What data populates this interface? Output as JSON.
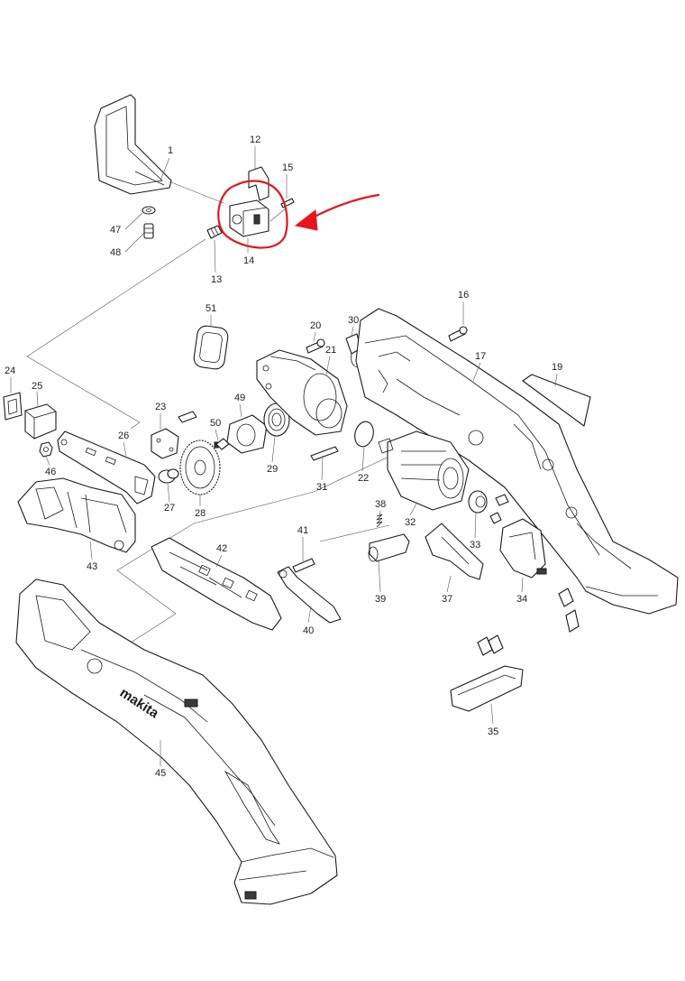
{
  "parts": [
    {
      "num": "1"
    },
    {
      "num": "12"
    },
    {
      "num": "13"
    },
    {
      "num": "14"
    },
    {
      "num": "15"
    },
    {
      "num": "16"
    },
    {
      "num": "17"
    },
    {
      "num": "19"
    },
    {
      "num": "20"
    },
    {
      "num": "21"
    },
    {
      "num": "22"
    },
    {
      "num": "23"
    },
    {
      "num": "24"
    },
    {
      "num": "25"
    },
    {
      "num": "26"
    },
    {
      "num": "27"
    },
    {
      "num": "28"
    },
    {
      "num": "29"
    },
    {
      "num": "30"
    },
    {
      "num": "31"
    },
    {
      "num": "32"
    },
    {
      "num": "33"
    },
    {
      "num": "34"
    },
    {
      "num": "35"
    },
    {
      "num": "37"
    },
    {
      "num": "38"
    },
    {
      "num": "39"
    },
    {
      "num": "40"
    },
    {
      "num": "41"
    },
    {
      "num": "42"
    },
    {
      "num": "43"
    },
    {
      "num": "45"
    },
    {
      "num": "46"
    },
    {
      "num": "47"
    },
    {
      "num": "48"
    },
    {
      "num": "49"
    },
    {
      "num": "50"
    },
    {
      "num": "51"
    }
  ],
  "logo": "makita",
  "highlight": {
    "target_part": "14",
    "color": "#e8141c"
  }
}
